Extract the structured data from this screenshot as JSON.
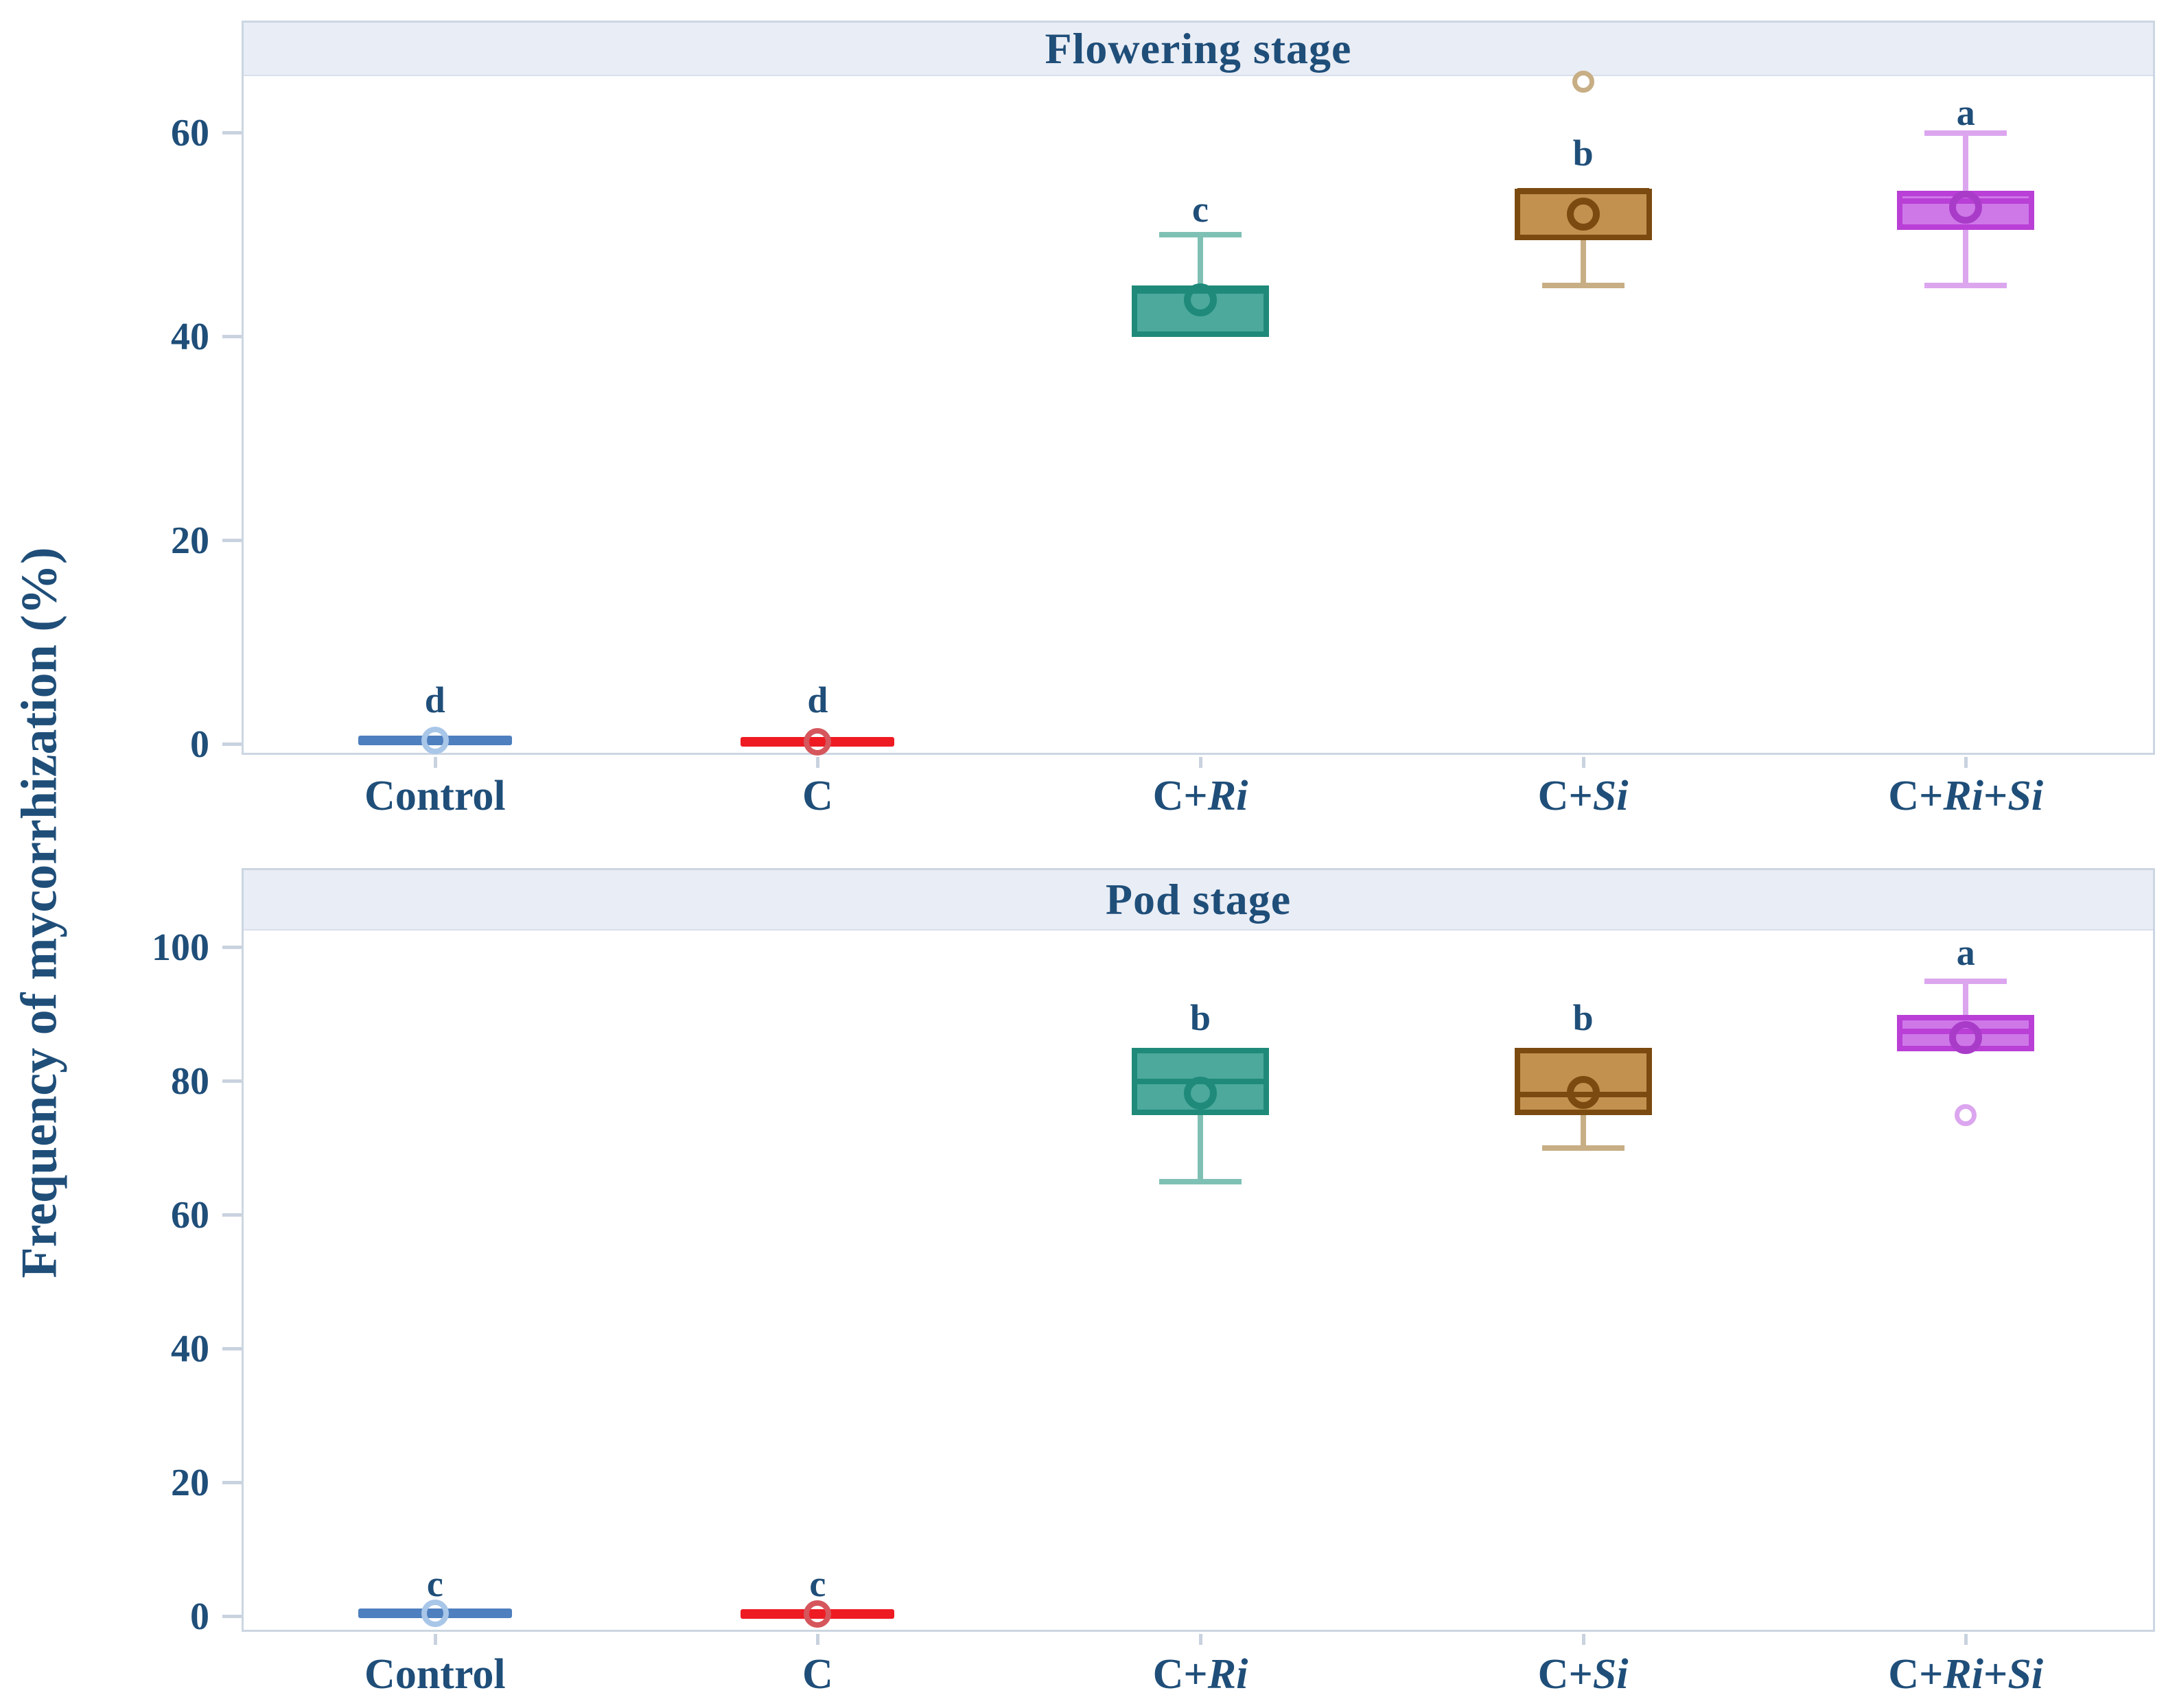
{
  "figure": {
    "y_axis_label": "Frequency of mycorrhization (%)"
  },
  "colors": {
    "background": "#ffffff",
    "text_navy": "#1f4e79",
    "banner_bg": "#e9edf5",
    "banner_border": "#d8e0ec",
    "spine": "#ccd6e2",
    "tick": "#c9d2df"
  },
  "chart_data": [
    {
      "type": "box",
      "title": "Flowering stage",
      "ylabel": "Frequency of mycorrhization (%)",
      "xlabel": "",
      "ylim": [
        -1.2,
        70.8
      ],
      "yticks": [
        0,
        20,
        40,
        60
      ],
      "grid": false,
      "legend_position": "none",
      "categories": [
        "Control",
        "C",
        "C+Ri",
        "C+Si",
        "C+Ri+Si"
      ],
      "category_segments": [
        [
          {
            "t": "Control"
          }
        ],
        [
          {
            "t": "C"
          }
        ],
        [
          {
            "t": "C+"
          },
          {
            "t": "Ri",
            "italic": true
          }
        ],
        [
          {
            "t": "C+"
          },
          {
            "t": "Si",
            "italic": true
          }
        ],
        [
          {
            "t": "C+"
          },
          {
            "t": "Ri",
            "italic": true
          },
          {
            "t": "+"
          },
          {
            "t": "Si",
            "italic": true
          }
        ]
      ],
      "series": [
        {
          "category": "Control",
          "shape": "flat",
          "value": 0.4,
          "mean": 0.4,
          "q1": null,
          "q3": null,
          "median": null,
          "whisker_low": null,
          "whisker_high": null,
          "outliers": [],
          "sig_letter": "d",
          "sig_letter_y": 4.4,
          "colors": {
            "fill": "#4E7FBE",
            "edge": "#4E7FBE",
            "whisker": "#A8C6E8",
            "ring": "#A8C6E8",
            "outlier": "#A8C6E8"
          }
        },
        {
          "category": "C",
          "shape": "flat",
          "value": 0.3,
          "mean": 0.3,
          "q1": null,
          "q3": null,
          "median": null,
          "whisker_low": null,
          "whisker_high": null,
          "outliers": [],
          "sig_letter": "d",
          "sig_letter_y": 4.4,
          "colors": {
            "fill": "#EE1B23",
            "edge": "#EE1B23",
            "whisker": "#D5565C",
            "ring": "#D5565C",
            "outlier": "#D5565C"
          }
        },
        {
          "category": "C+Ri",
          "shape": "box",
          "q1": 40,
          "q3": 45,
          "median": 44.5,
          "mean": 43.6,
          "whisker_low": null,
          "whisker_high": 50,
          "outliers": [],
          "sig_letter": "c",
          "sig_letter_y": 52.5,
          "colors": {
            "fill": "#4CA99C",
            "edge": "#1F8A7A",
            "whisker": "#7FC0B5",
            "ring": "#1F8A7A",
            "outlier": "#7FC0B5"
          }
        },
        {
          "category": "C+Si",
          "shape": "box",
          "q1": 49.5,
          "q3": 54.5,
          "median": 54.3,
          "mean": 52.0,
          "whisker_low": 45,
          "whisker_high": null,
          "outliers": [
            65
          ],
          "sig_letter": "b",
          "sig_letter_y": 58,
          "colors": {
            "fill": "#C3914F",
            "edge": "#7B4A10",
            "whisker": "#C8AE85",
            "ring": "#7B4A10",
            "outlier": "#C8AE85"
          }
        },
        {
          "category": "C+Ri+Si",
          "shape": "box",
          "q1": 50.5,
          "q3": 54.3,
          "median": 53.3,
          "mean": 52.7,
          "whisker_low": 45,
          "whisker_high": 60,
          "outliers": [],
          "sig_letter": "a",
          "sig_letter_y": 62,
          "colors": {
            "fill": "#CE78E8",
            "edge": "#B93FD6",
            "whisker": "#DCA6EF",
            "ring": "#A93BC9",
            "outlier": "#DCA6EF"
          }
        }
      ]
    },
    {
      "type": "box",
      "title": "Pod stage",
      "ylabel": "Frequency of mycorrhization (%)",
      "xlabel": "",
      "ylim": [
        -2.6,
        111.6
      ],
      "yticks": [
        0,
        20,
        40,
        60,
        80,
        100
      ],
      "grid": false,
      "legend_position": "none",
      "categories": [
        "Control",
        "C",
        "C+Ri",
        "C+Si",
        "C+Ri+Si"
      ],
      "category_segments": [
        [
          {
            "t": "Control"
          }
        ],
        [
          {
            "t": "C"
          }
        ],
        [
          {
            "t": "C+"
          },
          {
            "t": "Ri",
            "italic": true
          }
        ],
        [
          {
            "t": "C+"
          },
          {
            "t": "Si",
            "italic": true
          }
        ],
        [
          {
            "t": "C+"
          },
          {
            "t": "Ri",
            "italic": true
          },
          {
            "t": "+"
          },
          {
            "t": "Si",
            "italic": true
          }
        ]
      ],
      "series": [
        {
          "category": "Control",
          "shape": "flat",
          "value": 0.5,
          "mean": 0.5,
          "q1": null,
          "q3": null,
          "median": null,
          "whisker_low": null,
          "whisker_high": null,
          "outliers": [],
          "sig_letter": "c",
          "sig_letter_y": 4.9,
          "colors": {
            "fill": "#4E7FBE",
            "edge": "#4E7FBE",
            "whisker": "#A8C6E8",
            "ring": "#A8C6E8",
            "outlier": "#A8C6E8"
          }
        },
        {
          "category": "C",
          "shape": "flat",
          "value": 0.4,
          "mean": 0.4,
          "q1": null,
          "q3": null,
          "median": null,
          "whisker_low": null,
          "whisker_high": null,
          "outliers": [],
          "sig_letter": "c",
          "sig_letter_y": 4.9,
          "colors": {
            "fill": "#EE1B23",
            "edge": "#EE1B23",
            "whisker": "#D5565C",
            "ring": "#D5565C",
            "outlier": "#D5565C"
          }
        },
        {
          "category": "C+Ri",
          "shape": "box",
          "q1": 75,
          "q3": 85,
          "median": 80,
          "mean": 78.3,
          "whisker_low": 65,
          "whisker_high": null,
          "outliers": [],
          "sig_letter": "b",
          "sig_letter_y": 89.5,
          "colors": {
            "fill": "#4CA99C",
            "edge": "#1F8A7A",
            "whisker": "#7FC0B5",
            "ring": "#1F8A7A",
            "outlier": "#7FC0B5"
          }
        },
        {
          "category": "C+Si",
          "shape": "box",
          "q1": 75,
          "q3": 85,
          "median": 78,
          "mean": 78.4,
          "whisker_low": 70,
          "whisker_high": null,
          "outliers": [],
          "sig_letter": "b",
          "sig_letter_y": 89.5,
          "colors": {
            "fill": "#C3914F",
            "edge": "#7B4A10",
            "whisker": "#C8AE85",
            "ring": "#7B4A10",
            "outlier": "#C8AE85"
          }
        },
        {
          "category": "C+Ri+Si",
          "shape": "box",
          "q1": 84.5,
          "q3": 90,
          "median": 87.5,
          "mean": 86.6,
          "whisker_low": null,
          "whisker_high": 95,
          "outliers": [
            75
          ],
          "sig_letter": "a",
          "sig_letter_y": 99.3,
          "colors": {
            "fill": "#CE78E8",
            "edge": "#B93FD6",
            "whisker": "#DCA6EF",
            "ring": "#A93BC9",
            "outlier": "#DCA6EF"
          }
        }
      ]
    }
  ]
}
